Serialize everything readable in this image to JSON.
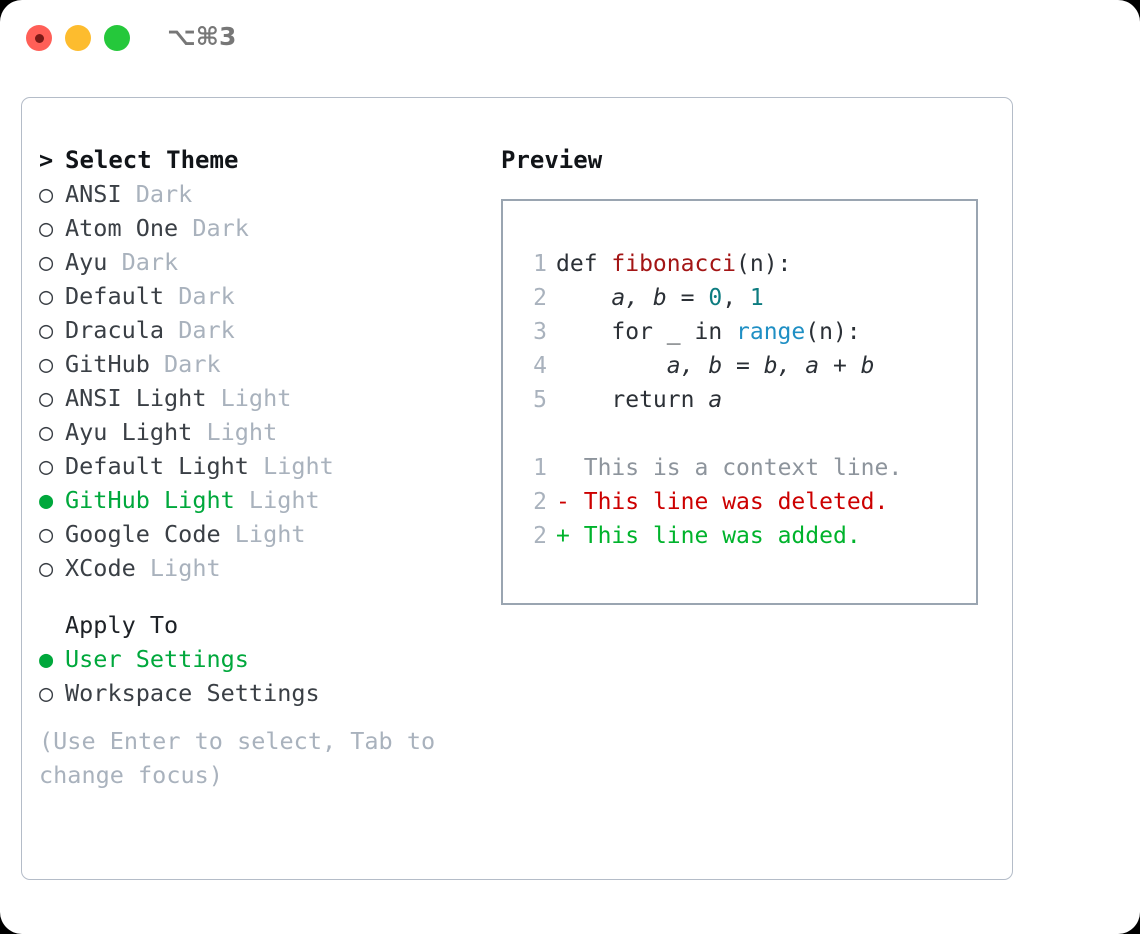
{
  "titlebar": {
    "shortcut": "⌥⌘3",
    "lights": [
      "close",
      "minimize",
      "maximize"
    ]
  },
  "theme_list": {
    "header_marker": ">",
    "header_label": "Select Theme",
    "items": [
      {
        "marker": "○",
        "label": "ANSI",
        "tag": "Dark",
        "selected": false
      },
      {
        "marker": "○",
        "label": "Atom One",
        "tag": "Dark",
        "selected": false
      },
      {
        "marker": "○",
        "label": "Ayu",
        "tag": "Dark",
        "selected": false
      },
      {
        "marker": "○",
        "label": "Default",
        "tag": "Dark",
        "selected": false
      },
      {
        "marker": "○",
        "label": "Dracula",
        "tag": "Dark",
        "selected": false
      },
      {
        "marker": "○",
        "label": "GitHub",
        "tag": "Dark",
        "selected": false
      },
      {
        "marker": "○",
        "label": "ANSI Light",
        "tag": "Light",
        "selected": false
      },
      {
        "marker": "○",
        "label": "Ayu Light",
        "tag": "Light",
        "selected": false
      },
      {
        "marker": "○",
        "label": "Default Light",
        "tag": "Light",
        "selected": false
      },
      {
        "marker": "●",
        "label": "GitHub Light",
        "tag": "Light",
        "selected": true
      },
      {
        "marker": "○",
        "label": "Google Code",
        "tag": "Light",
        "selected": false
      },
      {
        "marker": "○",
        "label": "XCode",
        "tag": "Light",
        "selected": false
      }
    ]
  },
  "apply_to": {
    "title": "Apply To",
    "items": [
      {
        "marker": "●",
        "label": "User Settings",
        "selected": true
      },
      {
        "marker": "○",
        "label": "Workspace Settings",
        "selected": false
      }
    ]
  },
  "hint": "(Use Enter to select, Tab to change focus)",
  "preview": {
    "title": "Preview",
    "code_lines": [
      {
        "no": "1",
        "segments": [
          {
            "text": "def ",
            "token": "plain"
          },
          {
            "text": "fibonacci",
            "token": "func"
          },
          {
            "text": "(n):",
            "token": "plain"
          }
        ]
      },
      {
        "no": "2",
        "segments": [
          {
            "text": "    a, b = ",
            "token": "var"
          },
          {
            "text": "0",
            "token": "num"
          },
          {
            "text": ", ",
            "token": "plain"
          },
          {
            "text": "1",
            "token": "num"
          }
        ]
      },
      {
        "no": "3",
        "segments": [
          {
            "text": "    for _ in ",
            "token": "plain"
          },
          {
            "text": "range",
            "token": "builtin"
          },
          {
            "text": "(n):",
            "token": "plain"
          }
        ]
      },
      {
        "no": "4",
        "segments": [
          {
            "text": "        a, b = b, a + b",
            "token": "var"
          }
        ]
      },
      {
        "no": "5",
        "segments": [
          {
            "text": "    return ",
            "token": "plain"
          },
          {
            "text": "a",
            "token": "var"
          }
        ]
      }
    ],
    "diff_lines": [
      {
        "no": "1",
        "prefix": " ",
        "text": "This is a context line.",
        "kind": "context"
      },
      {
        "no": "2",
        "prefix": "-",
        "text": "This line was deleted.",
        "kind": "del"
      },
      {
        "no": "2",
        "prefix": "+",
        "text": "This line was added.",
        "kind": "add"
      }
    ]
  },
  "colors": {
    "selected_green": "#00a83c",
    "tag_gray": "#a9b2bd",
    "text_dark": "#3a3f45",
    "func_red": "#a31515",
    "num_teal": "#0d7c80",
    "builtin_blue": "#1f8fc4",
    "diff_del_red": "#cc0000",
    "diff_add_green": "#00b32c",
    "border": "#b4bcc8"
  }
}
